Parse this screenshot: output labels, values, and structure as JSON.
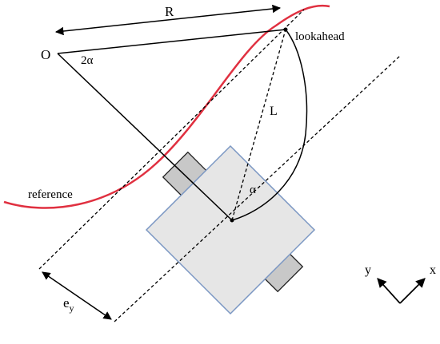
{
  "labels": {
    "radius": "R",
    "origin": "O",
    "angle_double": "2α",
    "lookahead": "lookahead",
    "lookahead_distance": "L",
    "angle": "α",
    "reference": "reference",
    "lateral_error_base": "e",
    "lateral_error_sub": "y",
    "axis_y": "y",
    "axis_x": "x"
  },
  "colors": {
    "reference_path": "#e03040",
    "vehicle_body_fill": "#e6e6e6",
    "vehicle_body_stroke": "#7b97c3",
    "wheel_fill": "#c8c8c8",
    "line": "#000000"
  }
}
